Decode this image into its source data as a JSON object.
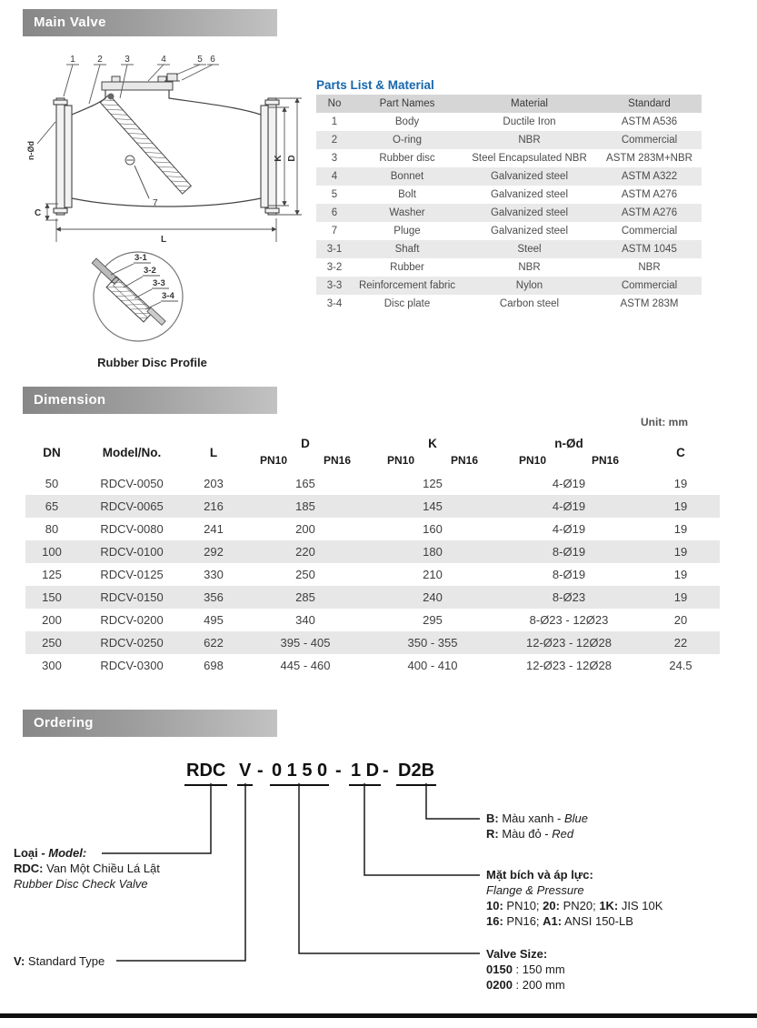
{
  "sections": {
    "main_valve_title": "Main Valve",
    "dimension_title": "Dimension",
    "ordering_title": "Ordering",
    "unit_label": "Unit: mm"
  },
  "drawing": {
    "callouts": [
      "1",
      "2",
      "3",
      "4",
      "5",
      "6"
    ],
    "callout7": "7",
    "dims": {
      "L": "L",
      "C": "C",
      "K": "K",
      "D": "D",
      "nod": "n-Ød"
    },
    "profile": {
      "caption": "Rubber Disc Profile",
      "c1": "3-1",
      "c2": "3-2",
      "c3": "3-3",
      "c4": "3-4"
    }
  },
  "parts_table": {
    "title": "Parts List & Material",
    "headers": [
      "No",
      "Part Names",
      "Material",
      "Standard"
    ],
    "rows": [
      [
        "1",
        "Body",
        "Ductile Iron",
        "ASTM A536"
      ],
      [
        "2",
        "O-ring",
        "NBR",
        "Commercial"
      ],
      [
        "3",
        "Rubber disc",
        "Steel Encapsulated NBR",
        "ASTM 283M+NBR"
      ],
      [
        "4",
        "Bonnet",
        "Galvanized steel",
        "ASTM A322"
      ],
      [
        "5",
        "Bolt",
        "Galvanized steel",
        "ASTM A276"
      ],
      [
        "6",
        "Washer",
        "Galvanized steel",
        "ASTM A276"
      ],
      [
        "7",
        "Pluge",
        "Galvanized steel",
        "Commercial"
      ],
      [
        "3-1",
        "Shaft",
        "Steel",
        "ASTM 1045"
      ],
      [
        "3-2",
        "Rubber",
        "NBR",
        "NBR"
      ],
      [
        "3-3",
        "Reinforcement fabric",
        "Nylon",
        "Commercial"
      ],
      [
        "3-4",
        "Disc plate",
        "Carbon steel",
        "ASTM 283M"
      ]
    ]
  },
  "dimension_table": {
    "headers": {
      "dn": "DN",
      "model": "Model/No.",
      "l": "L",
      "d": "D",
      "k": "K",
      "nod": "n-Ød",
      "c": "C",
      "pn10": "PN10",
      "pn16": "PN16"
    },
    "rows": [
      [
        "50",
        "RDCV-0050",
        "203",
        "165",
        "125",
        "4-Ø19",
        "19"
      ],
      [
        "65",
        "RDCV-0065",
        "216",
        "185",
        "145",
        "4-Ø19",
        "19"
      ],
      [
        "80",
        "RDCV-0080",
        "241",
        "200",
        "160",
        "4-Ø19",
        "19"
      ],
      [
        "100",
        "RDCV-0100",
        "292",
        "220",
        "180",
        "8-Ø19",
        "19"
      ],
      [
        "125",
        "RDCV-0125",
        "330",
        "250",
        "210",
        "8-Ø19",
        "19"
      ],
      [
        "150",
        "RDCV-0150",
        "356",
        "285",
        "240",
        "8-Ø23",
        "19"
      ],
      [
        "200",
        "RDCV-0200",
        "495",
        "340",
        "295",
        "8-Ø23 - 12Ø23",
        "20"
      ],
      [
        "250",
        "RDCV-0250",
        "622",
        "395 - 405",
        "350 - 355",
        "12-Ø23 - 12Ø28",
        "22"
      ],
      [
        "300",
        "RDCV-0300",
        "698",
        "445 - 460",
        "400 - 410",
        "12-Ø23 - 12Ø28",
        "24.5"
      ]
    ]
  },
  "ordering": {
    "code": {
      "g1": "RDC",
      "g2": "V",
      "dash": "-",
      "g3": "0 1 5 0",
      "g4": "1 D",
      "g5": "D2B"
    },
    "model": {
      "t1": "Loại - ",
      "t2": "Model:",
      "l2a": "RDC:",
      "l2b": " Van Một Chiều Lá Lật",
      "l3": "Rubber Disc Check Valve"
    },
    "type": {
      "a": "V:",
      "b": " Standard Type"
    },
    "color": {
      "l1a": "B:",
      "l1b": " Màu xanh - ",
      "l1c": "Blue",
      "l2a": "R:",
      "l2b": " Màu đỏ - ",
      "l2c": "Red"
    },
    "flange": {
      "title": "Mặt bích và áp lực:",
      "subtitle": "Flange & Pressure",
      "l1a": "10:",
      "l1b": " PN10; ",
      "l1c": "20:",
      "l1d": " PN20; ",
      "l1e": "1K:",
      "l1f": " JIS 10K",
      "l2a": "16:",
      "l2b": " PN16; ",
      "l2c": "A1:",
      "l2d": " ANSI 150-LB"
    },
    "size": {
      "title": "Valve Size:",
      "l1a": "0150",
      "l1b": " : 150 mm",
      "l2a": "0200",
      "l2b": " : 200 mm"
    }
  }
}
